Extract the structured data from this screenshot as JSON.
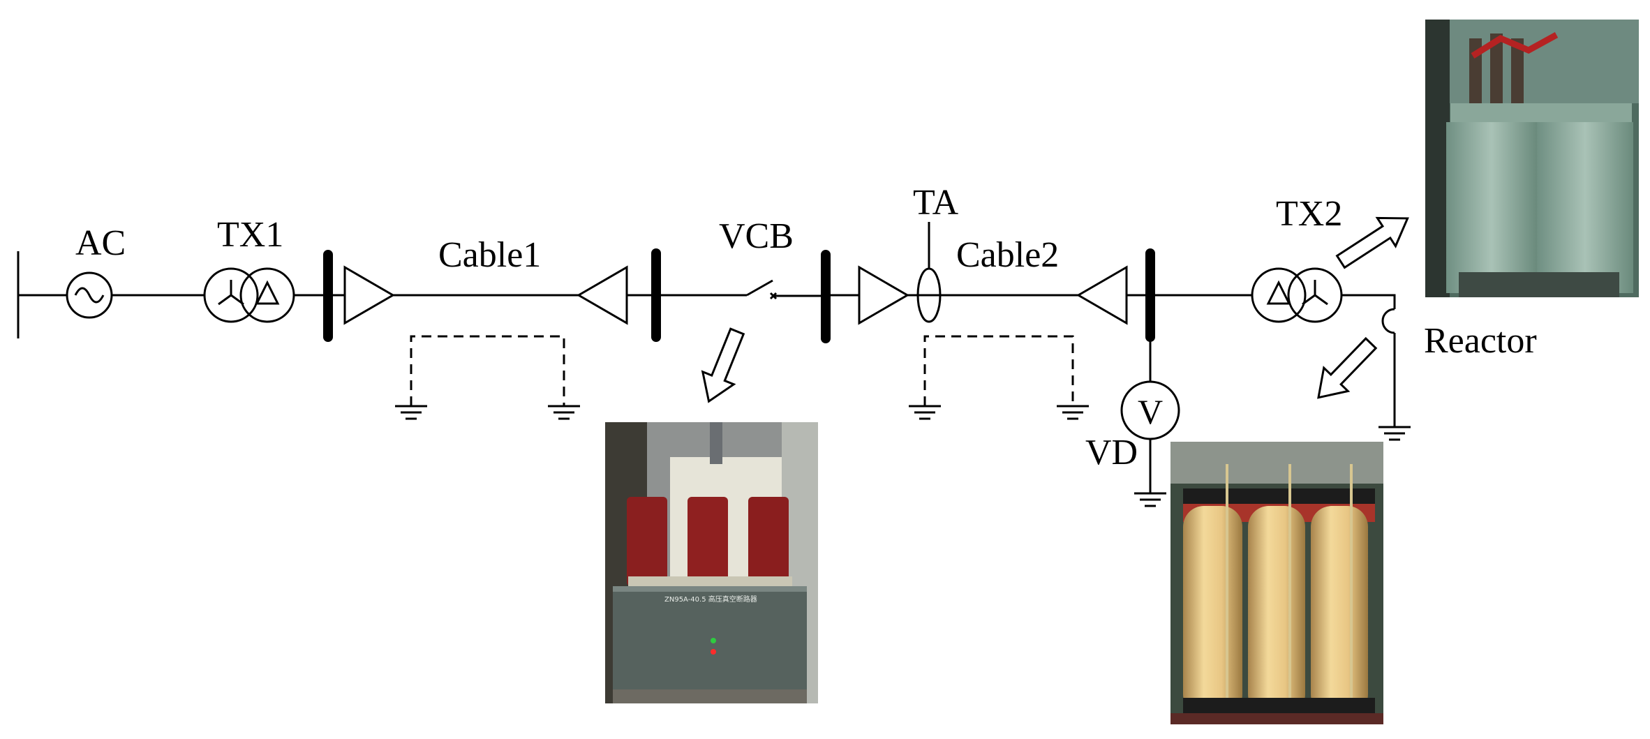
{
  "labels": {
    "ac": "AC",
    "tx1": "TX1",
    "cable1": "Cable1",
    "vcb": "VCB",
    "ta": "TA",
    "cable2": "Cable2",
    "tx2": "TX2",
    "reactor": "Reactor",
    "vd": "VD",
    "vd_meter": "V"
  },
  "photos": {
    "vcb_nameplate": "ZN95A-40.5 高压真空断路器"
  },
  "colors": {
    "line": "#000000",
    "background": "#ffffff"
  }
}
